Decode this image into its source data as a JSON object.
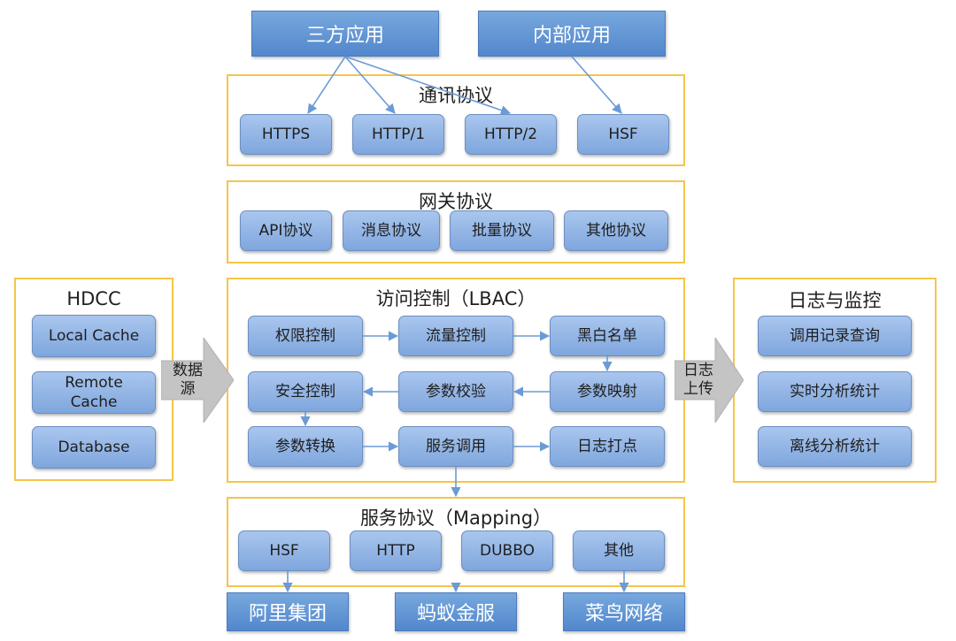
{
  "sources": {
    "third_party": "三方应用",
    "internal": "内部应用"
  },
  "comm": {
    "title": "通讯协议",
    "items": [
      "HTTPS",
      "HTTP/1",
      "HTTP/2",
      "HSF"
    ]
  },
  "gateway": {
    "title": "网关协议",
    "items": [
      "API协议",
      "消息协议",
      "批量协议",
      "其他协议"
    ]
  },
  "hdcc": {
    "title": "HDCC",
    "items": [
      "Local Cache",
      "Remote Cache",
      "Database"
    ]
  },
  "access": {
    "title": "访问控制（LBAC）",
    "items": [
      "权限控制",
      "流量控制",
      "黑白名单",
      "安全控制",
      "参数校验",
      "参数映射",
      "参数转换",
      "服务调用",
      "日志打点"
    ]
  },
  "logs": {
    "title": "日志与监控",
    "items": [
      "调用记录查询",
      "实时分析统计",
      "离线分析统计"
    ]
  },
  "service": {
    "title": "服务协议（Mapping）",
    "items": [
      "HSF",
      "HTTP",
      "DUBBO",
      "其他"
    ]
  },
  "targets": [
    "阿里集团",
    "蚂蚁金服",
    "菜鸟网络"
  ],
  "arrows": {
    "data_source": [
      "数据",
      "源"
    ],
    "log_upload": [
      "日志",
      "上传"
    ]
  },
  "colors": {
    "frame": "#f6c548",
    "box": "#8fb3e6",
    "top_box": "#5f92d4",
    "connector": "#6b9bd6",
    "big_arrow": "#c4c4c4"
  }
}
